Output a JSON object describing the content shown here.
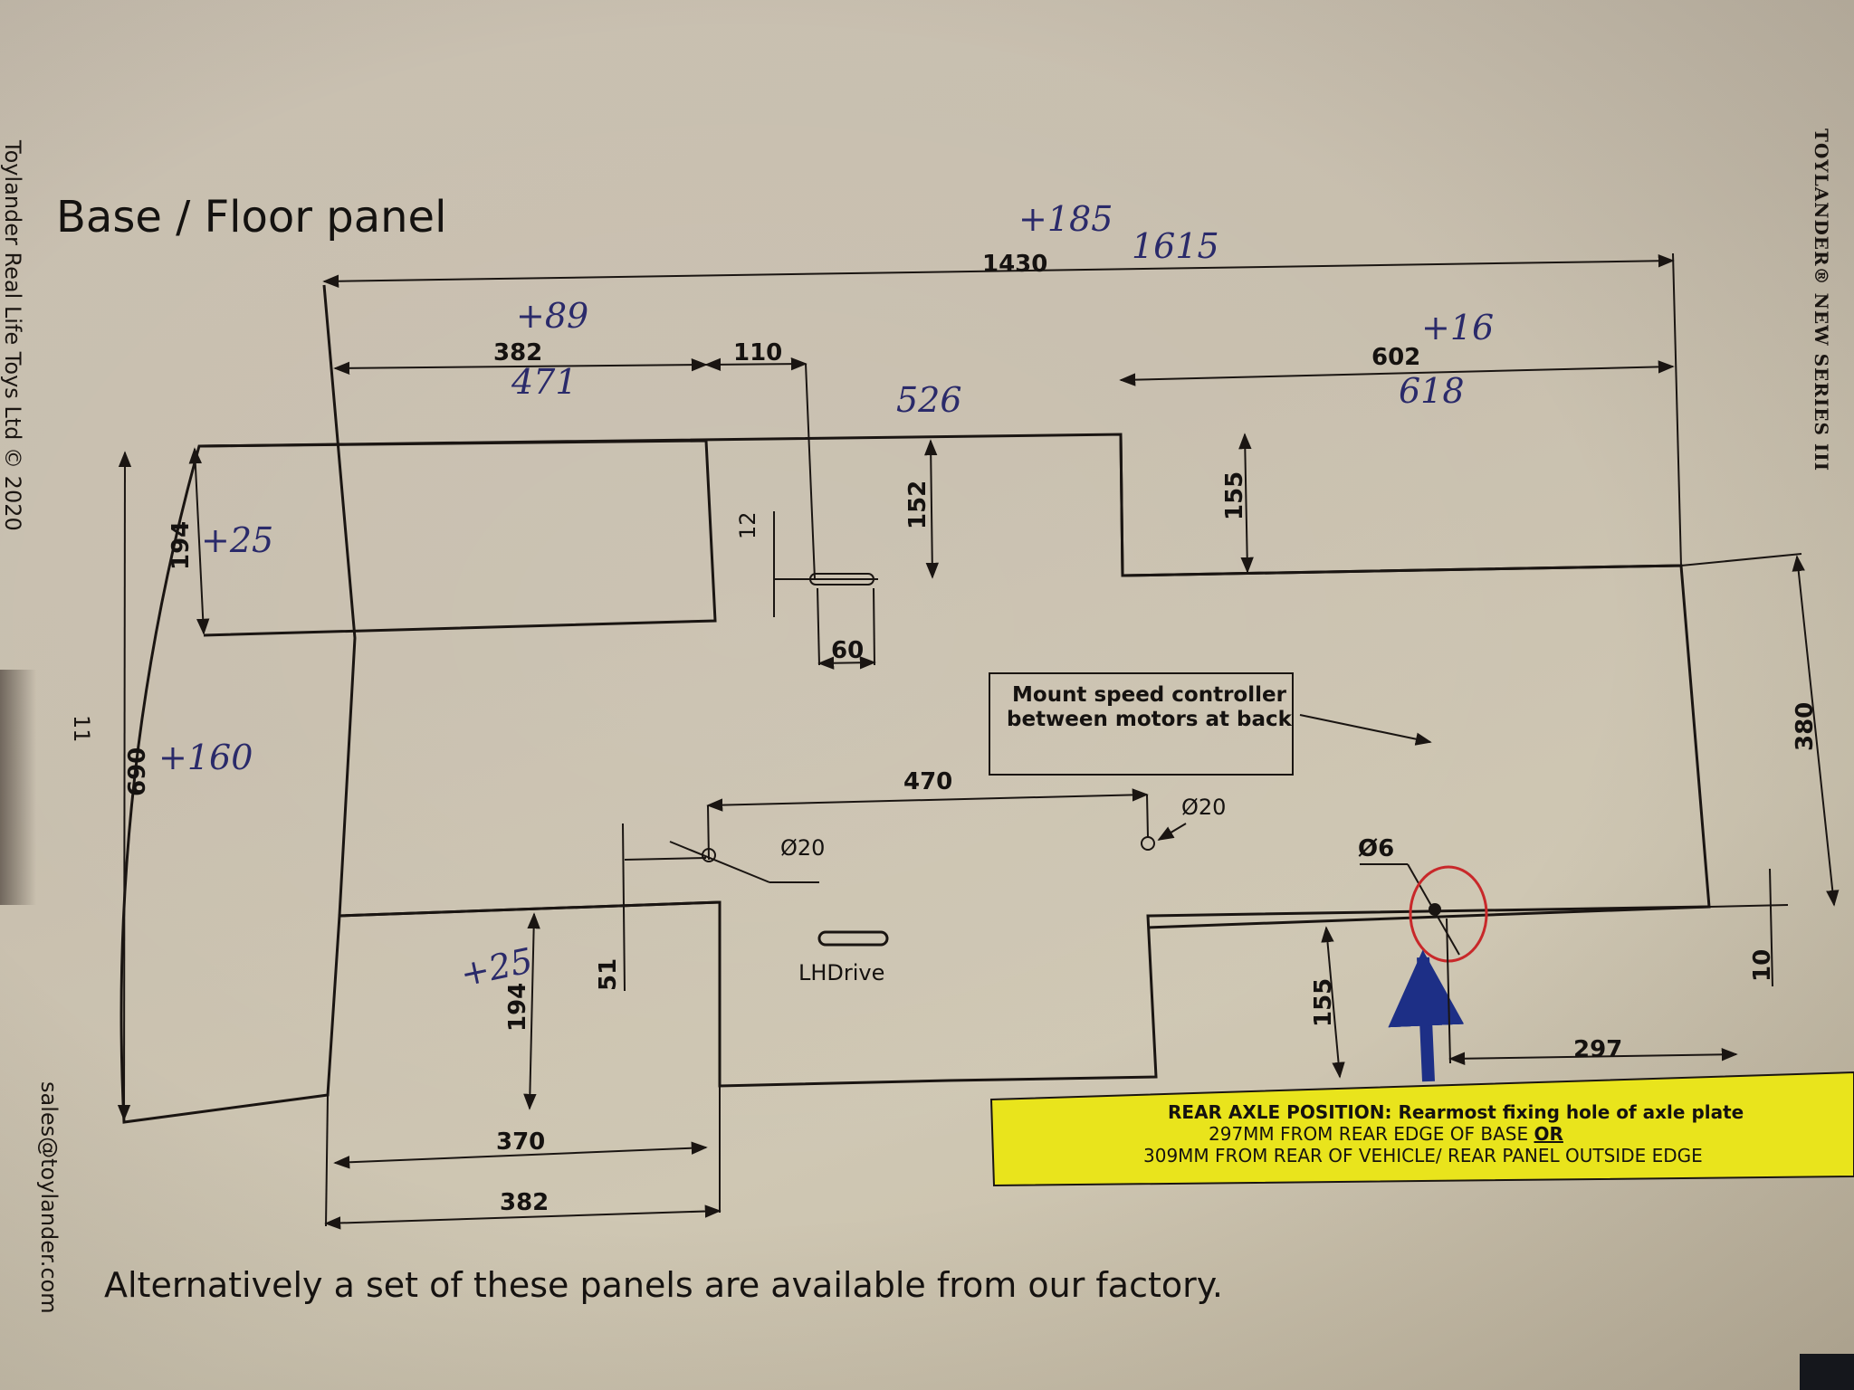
{
  "page": {
    "title": "Base / Floor panel",
    "page_number": "11",
    "left_margin_text": "Toylander Real Life Toys Ltd © 2020",
    "left_margin_email": "sales@toylander.com",
    "right_margin_text": "TOYLANDER® NEW SERIES III",
    "footer_text": "Alternatively a set of these panels are available from our factory."
  },
  "dimensions": {
    "overall_length": "1430",
    "top_left_cutout_width": "382",
    "slot_offset": "110",
    "top_right_cutout_width": "602",
    "overall_width": "690",
    "top_left_cutout_depth": "194",
    "slot_height": "12",
    "slot_depth": "152",
    "slot_width": "60",
    "top_right_cutout_depth": "155",
    "right_width": "380",
    "hole_spacing": "470",
    "hole_left_dia": "Ø20",
    "hole_right_dia": "Ø20",
    "axle_hole_dia": "Ø6",
    "bottom_left_offset": "51",
    "bottom_left_cutout_depth": "194",
    "bottom_left_inner_width": "370",
    "bottom_left_outer_width": "382",
    "bottom_right_cutout_depth": "155",
    "axle_from_rear": "297",
    "rear_step": "10"
  },
  "labels": {
    "lh_drive": "LHDrive",
    "speed_controller_line1": "Mount speed controller",
    "speed_controller_line2": "between motors at back"
  },
  "rear_axle_note": {
    "line1": "REAR AXLE POSITION: Rearmost fixing hole of axle plate",
    "line2a": "297MM FROM REAR EDGE OF BASE ",
    "line2b": "OR",
    "line3": "309MM FROM REAR OF VEHICLE/ REAR PANEL OUTSIDE EDGE"
  },
  "handwritten": {
    "overall_add": "+185",
    "overall_total": "1615",
    "left_add": "+89",
    "left_total": "471",
    "mid_total": "526",
    "right_add": "+16",
    "right_total": "618",
    "depth_add_top": "+25",
    "width_add": "+160",
    "depth_add_bottom": "+25"
  },
  "colors": {
    "yellow_box": "#e9e41c",
    "red_circle": "#c8282a",
    "blue_arrow": "#1d2f86",
    "handwriting": "#2a2a6a"
  }
}
